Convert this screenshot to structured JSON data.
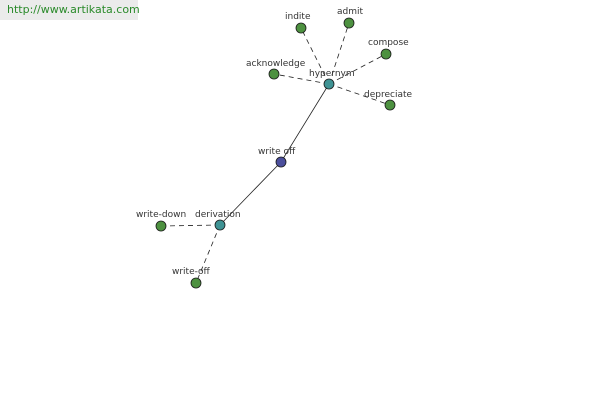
{
  "url": "http://www.artikata.com",
  "colors": {
    "center": "#4b4f9c",
    "hub": "#3f9394",
    "leaf": "#4d9140",
    "edge": "#222222"
  },
  "graph": {
    "center": {
      "id": "write_off",
      "label": "write off"
    },
    "hubs": [
      {
        "id": "hypernym",
        "label": "hypernym"
      },
      {
        "id": "derivation",
        "label": "derivation"
      }
    ],
    "leaves": [
      {
        "id": "indite",
        "label": "indite",
        "hub": "hypernym"
      },
      {
        "id": "admit",
        "label": "admit",
        "hub": "hypernym"
      },
      {
        "id": "compose",
        "label": "compose",
        "hub": "hypernym"
      },
      {
        "id": "acknowledge",
        "label": "acknowledge",
        "hub": "hypernym"
      },
      {
        "id": "depreciate",
        "label": "depreciate",
        "hub": "hypernym"
      },
      {
        "id": "write_down",
        "label": "write-down",
        "hub": "derivation"
      },
      {
        "id": "write_off2",
        "label": "write-off",
        "hub": "derivation"
      }
    ]
  }
}
